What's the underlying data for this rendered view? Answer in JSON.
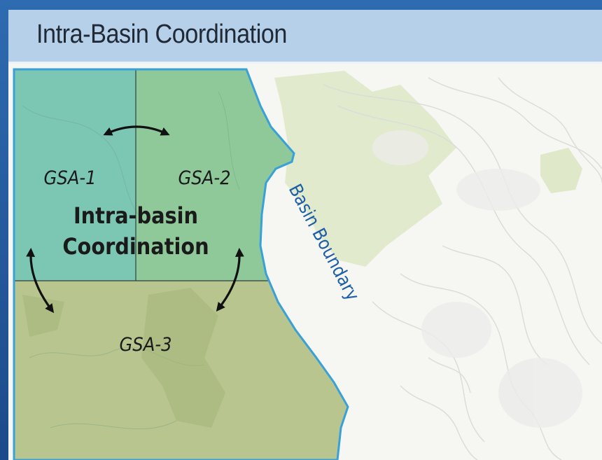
{
  "title": "Intra-Basin Coordination",
  "map": {
    "regions": [
      {
        "id": "gsa-1",
        "label": "GSA-1",
        "color": "#7cc6b4"
      },
      {
        "id": "gsa-2",
        "label": "GSA-2",
        "color": "#8fc99a"
      },
      {
        "id": "gsa-3",
        "label": "GSA-3",
        "color": "#b8c58f"
      }
    ],
    "center_label_line1": "Intra-basin",
    "center_label_line2": "Coordination",
    "boundary_label": "Basin Boundary",
    "boundary_color": "#3aa0d8",
    "label_color": "#1a1a1a",
    "boundary_label_color": "#1d5ea8"
  }
}
